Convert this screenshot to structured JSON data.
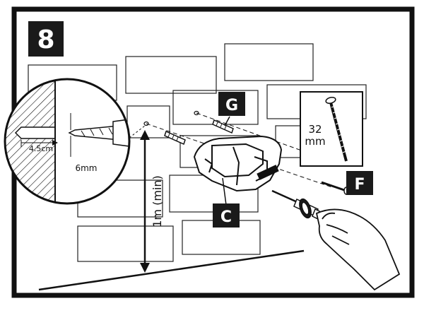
{
  "step": {
    "number": "8"
  },
  "callouts": {
    "drill_depth": "4.5cm",
    "drill_diameter": "6mm"
  },
  "height": {
    "label": "1m (min)"
  },
  "screw": {
    "length_value": "32",
    "length_unit": "mm"
  },
  "parts": {
    "bracket": "C",
    "screw": "F",
    "plug": "G"
  },
  "colors": {
    "ink": "#111111",
    "frame": "#111111",
    "paper": "#ffffff",
    "label_bg": "#1a1a1a",
    "label_text": "#ffffff"
  }
}
